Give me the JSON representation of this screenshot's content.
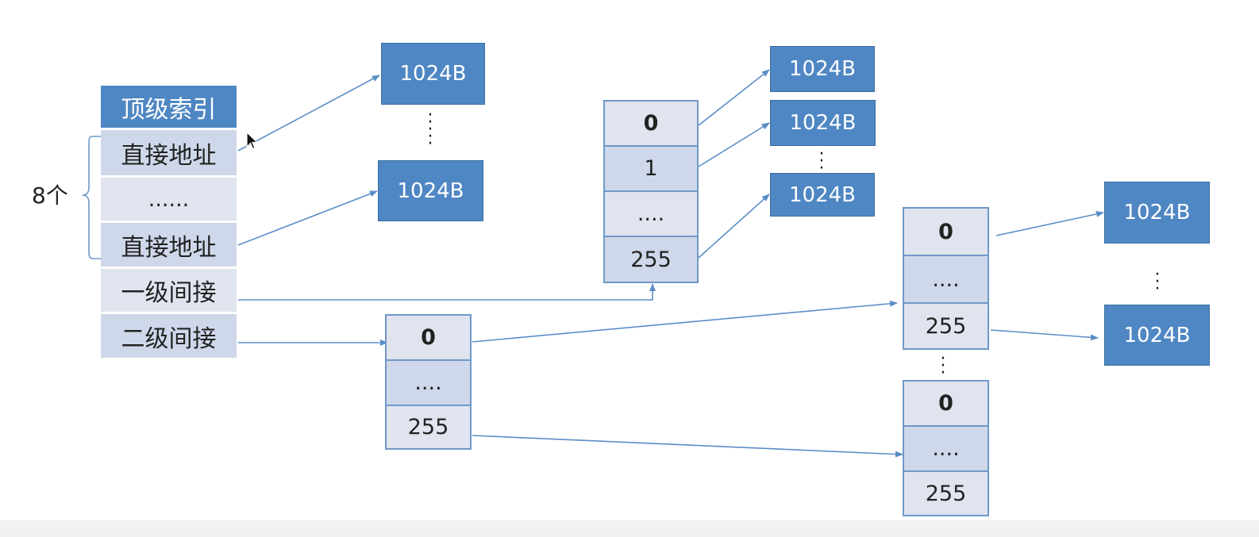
{
  "top_index": {
    "header": "顶级索引",
    "rows": [
      "直接地址",
      "......",
      "直接地址",
      "一级间接",
      "二级间接"
    ],
    "group_label": "8个"
  },
  "block_label": "1024B",
  "ellipsis": "....",
  "index_block_rows": [
    "0",
    "1",
    "....",
    "255"
  ],
  "secondary_rows": [
    "0",
    "....",
    "255"
  ],
  "colors": {
    "block_fill": "#4f87c4",
    "cell_light": "#dfe4ef",
    "cell_mid": "#cfd8ea",
    "arrow": "#5b8ec6"
  }
}
